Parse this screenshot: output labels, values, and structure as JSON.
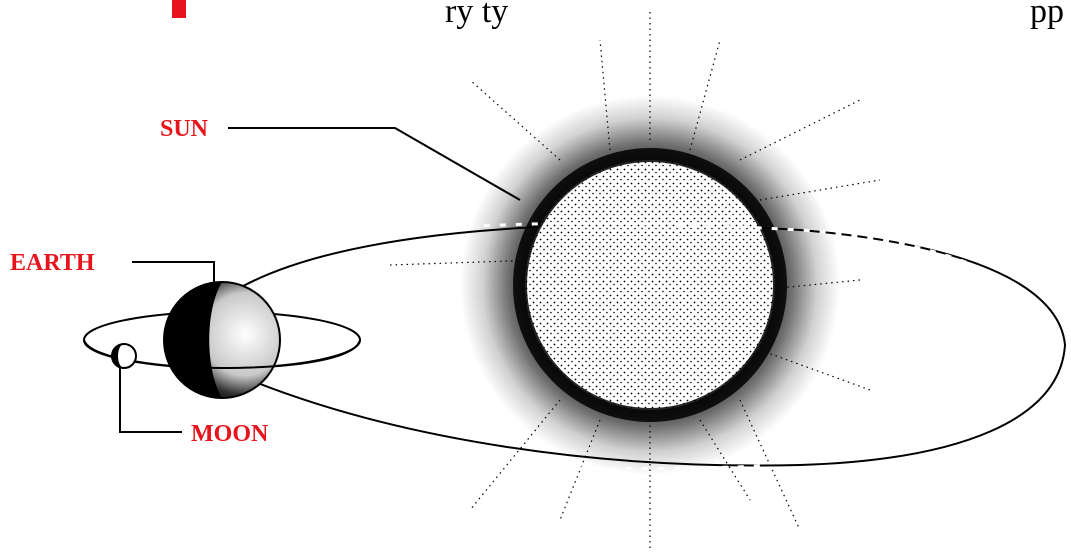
{
  "header_fragment": "ry ty",
  "header_fragment_right": "pp",
  "labels": {
    "sun": "SUN",
    "earth": "EARTH",
    "moon": "MOON"
  },
  "colors": {
    "label": "#e8141c",
    "ink": "#000000",
    "background": "#ffffff"
  }
}
